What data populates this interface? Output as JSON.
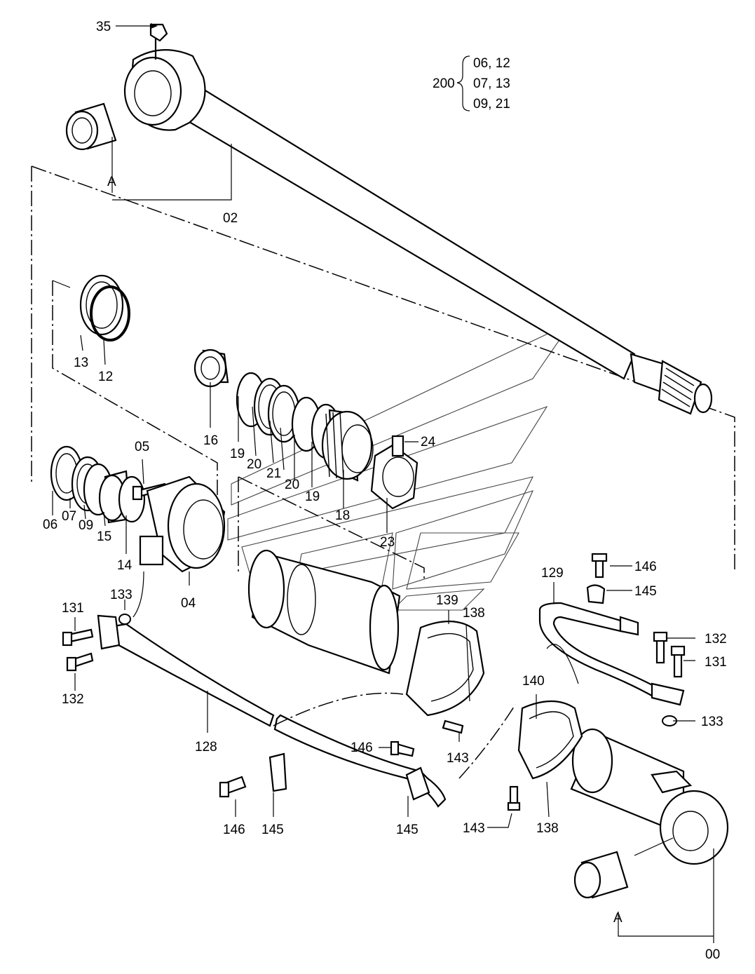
{
  "labels": {
    "p00": "00",
    "p02": "02",
    "p04": "04",
    "p05": "05",
    "p06": "06",
    "p07": "07",
    "p09": "09",
    "p12": "12",
    "p13": "13",
    "p14": "14",
    "p15": "15",
    "p16": "16",
    "p18": "18",
    "p19a": "19",
    "p19b": "19",
    "p20a": "20",
    "p20b": "20",
    "p21": "21",
    "p23": "23",
    "p24": "24",
    "p35": "35",
    "p128": "128",
    "p129": "129",
    "p131a": "131",
    "p131b": "131",
    "p132a": "132",
    "p132b": "132",
    "p133a": "133",
    "p133b": "133",
    "p138a": "138",
    "p138b": "138",
    "p139": "139",
    "p140": "140",
    "p143a": "143",
    "p143b": "143",
    "p145a": "145",
    "p145b": "145",
    "p145c": "145",
    "p146a": "146",
    "p146b": "146",
    "p146c": "146",
    "refA1": "A",
    "refA2": "A"
  },
  "kit": {
    "number": "200",
    "lines": [
      "06, 12",
      "07, 13",
      "09, 21"
    ]
  }
}
